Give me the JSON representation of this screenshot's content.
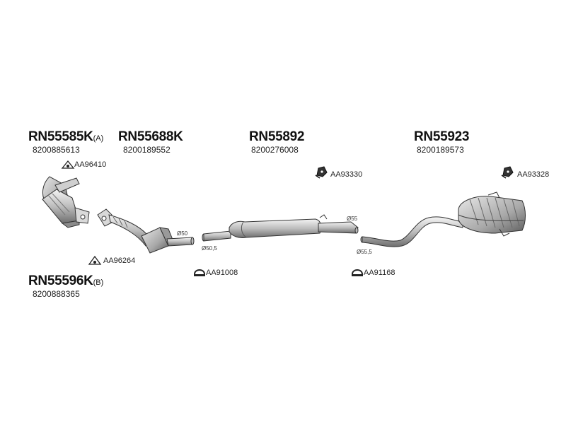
{
  "parts": {
    "cat_a": {
      "code": "RN55585K",
      "suffix": "(A)",
      "oem": "8200885613"
    },
    "cat_b": {
      "code": "RN55596K",
      "suffix": "(B)",
      "oem": "8200888365"
    },
    "front": {
      "code": "RN55688K",
      "oem": "8200189552"
    },
    "middle": {
      "code": "RN55892",
      "oem": "8200276008"
    },
    "rear": {
      "code": "RN55923",
      "oem": "8200189573"
    }
  },
  "accessories": {
    "gasket_top": "AA96410",
    "gasket_bottom": "AA96264",
    "clamp_1": "AA91008",
    "clamp_2": "AA91168",
    "hanger_1": "AA93330",
    "hanger_2": "AA93328"
  },
  "dimensions": {
    "d50": "Ø50",
    "d50_5": "Ø50,5",
    "d55": "Ø55",
    "d55_5": "Ø55,5"
  }
}
